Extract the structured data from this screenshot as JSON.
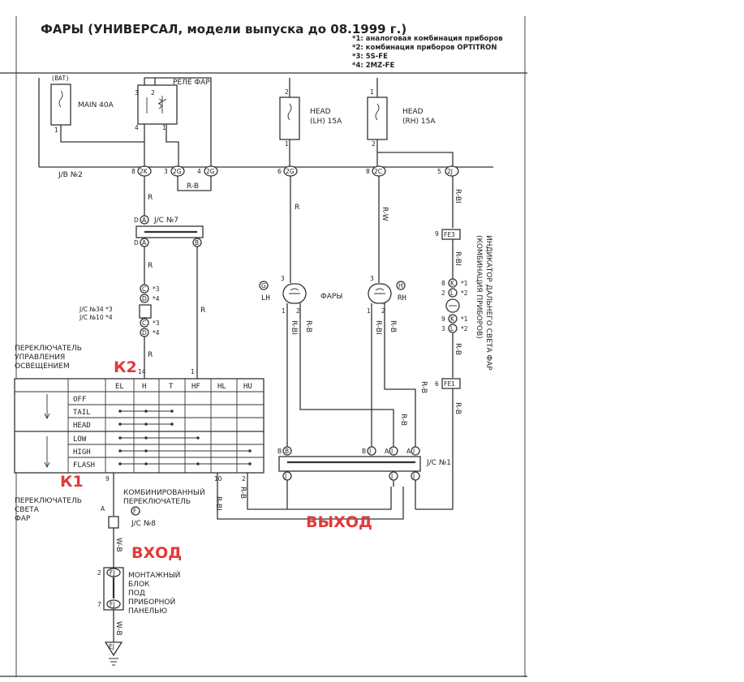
{
  "title": "ФАРЫ (УНИВЕРСАЛ, модели выпуска до 08.1999 г.)",
  "notes": [
    "*1: аналоговая комбинация приборов",
    "*2: комбинация приборов OPTITRON",
    "*3: 5S-FE",
    "*4: 2MZ-FE"
  ],
  "components": {
    "bat": "(BAT)",
    "main_fuse": "MAIN 40A",
    "relay": "РЕЛЕ ФАР",
    "head_lh_1": "HEAD",
    "head_lh_2": "(LH) 15A",
    "head_rh_1": "HEAD",
    "head_rh_2": "(RH) 15A",
    "jb2": "J/B №2",
    "jc7": "J/C №7",
    "jc34": "J/C №34 *3",
    "jc10": "J/C №10 *4",
    "jc1": "J/C №1",
    "jc8": "J/C №8",
    "headlights": "ФАРЫ",
    "lh": "LH",
    "rh": "RH",
    "high_beam_indicator_1": "ИНДИКАТОР ДАЛЬНЕГО СВЕТА ФАР",
    "high_beam_indicator_2": "(КОМБИНАЦИЯ ПРИБОРОВ)"
  },
  "connectors": {
    "c2k": "2K",
    "c2g_a": "2G",
    "c2g_b": "2G",
    "c2g_c": "2G",
    "c2c": "2C",
    "c2j": "2J",
    "fe3": "FE3",
    "fe1": "FE1",
    "fj_top": "FJ",
    "fj_bottom": "FJ",
    "ej": "EJ"
  },
  "wires": {
    "rb_relay": "R-B",
    "r1": "R",
    "r2": "R",
    "r3": "R",
    "r4": "R",
    "r5": "R",
    "rw": "R-W",
    "rbl1": "R-BI",
    "rbl_lh": "R-BI",
    "rb_lh": "R-B",
    "rbl_rh": "R-BI",
    "rb_rh": "R-B",
    "rbl_ind1": "R-BI",
    "rb_ind": "R-B",
    "rb_ind2": "R-B",
    "rb_jc": "R-B",
    "rbl_sw": "R-BI",
    "rb_sw": "R-B",
    "wb1": "W-B",
    "wb2": "W-B"
  },
  "switch": {
    "light_control": [
      "ПЕРЕКЛЮЧАТЕЛЬ",
      "УПРАВЛЕНИЯ",
      "ОСВЕЩЕНИЕМ"
    ],
    "dimmer": [
      "ПЕРЕКЛЮЧАТЕЛЬ",
      "СВЕТА",
      "ФАР"
    ],
    "combo": [
      "КОМБИНИРОВАННЫЙ",
      "ПЕРЕКЛЮЧАТЕЛЬ"
    ],
    "columns": [
      "EL",
      "H",
      "T",
      "HF",
      "HL",
      "HU"
    ],
    "rows": [
      "OFF",
      "TAIL",
      "HEAD",
      "LOW",
      "HIGH",
      "FLASH"
    ]
  },
  "mounting_block": [
    "МОНТАЖНЫЙ",
    "БЛОК",
    "ПОД",
    "ПРИБОРНОЙ",
    "ПАНЕЛЬЮ"
  ],
  "annotations": {
    "k2": "К2",
    "k1": "К1",
    "vhod": "ВХОД",
    "vyhod": "ВЫХОД"
  },
  "accent_color": "#e03a3a"
}
